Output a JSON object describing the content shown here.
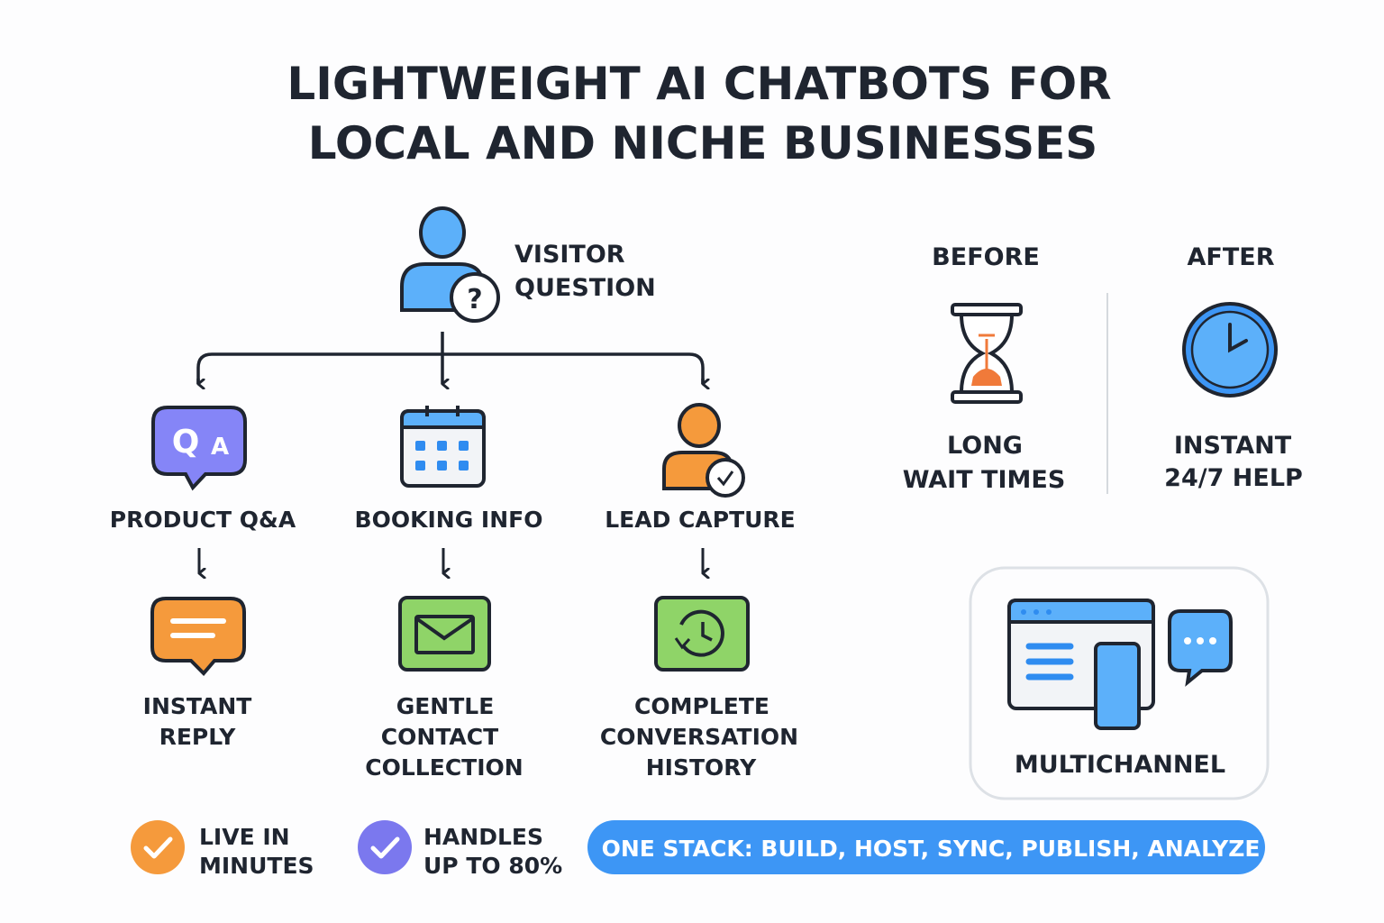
{
  "title": {
    "line1": "LIGHTWEIGHT AI CHATBOTS FOR",
    "line2": "LOCAL AND NICHE BUSINESSES"
  },
  "visitor": {
    "line1": "VISITOR",
    "line2": "QUESTION"
  },
  "columns": [
    {
      "label": "PRODUCT Q&A",
      "icon": "qa-bubble-icon",
      "result": [
        "INSTANT",
        "REPLY"
      ],
      "result_icon": "message-icon"
    },
    {
      "label": "BOOKING INFO",
      "icon": "calendar-icon",
      "result": [
        "GENTLE",
        "CONTACT",
        "COLLECTION"
      ],
      "result_icon": "envelope-icon"
    },
    {
      "label": "LEAD CAPTURE",
      "icon": "user-check-icon",
      "result": [
        "COMPLETE",
        "CONVERSATION",
        "HISTORY"
      ],
      "result_icon": "history-icon"
    }
  ],
  "qa_icon": {
    "q": "Q",
    "a": "A"
  },
  "comparison": {
    "before": {
      "heading": "BEFORE",
      "lines": [
        "LONG",
        "WAIT TIMES"
      ],
      "icon": "hourglass-icon"
    },
    "after": {
      "heading": "AFTER",
      "lines": [
        "INSTANT",
        "24/7 HELP"
      ],
      "icon": "clock-icon"
    }
  },
  "multichannel": {
    "label": "MULTICHANNEL"
  },
  "badges": [
    {
      "lines": [
        "LIVE IN",
        "MINUTES"
      ],
      "color": "#f59a3c"
    },
    {
      "lines": [
        "HANDLES",
        "UP TO 80%"
      ],
      "color": "#7b78ee"
    }
  ],
  "banner": {
    "text": "ONE STACK: BUILD, HOST, SYNC, PUBLISH, ANALYZE",
    "color": "#3d96f5"
  },
  "colors": {
    "ink": "#1f2530",
    "blue": "#5cb0fa",
    "orange": "#f59a3c",
    "purple": "#8585f7",
    "green": "#8fd468"
  }
}
